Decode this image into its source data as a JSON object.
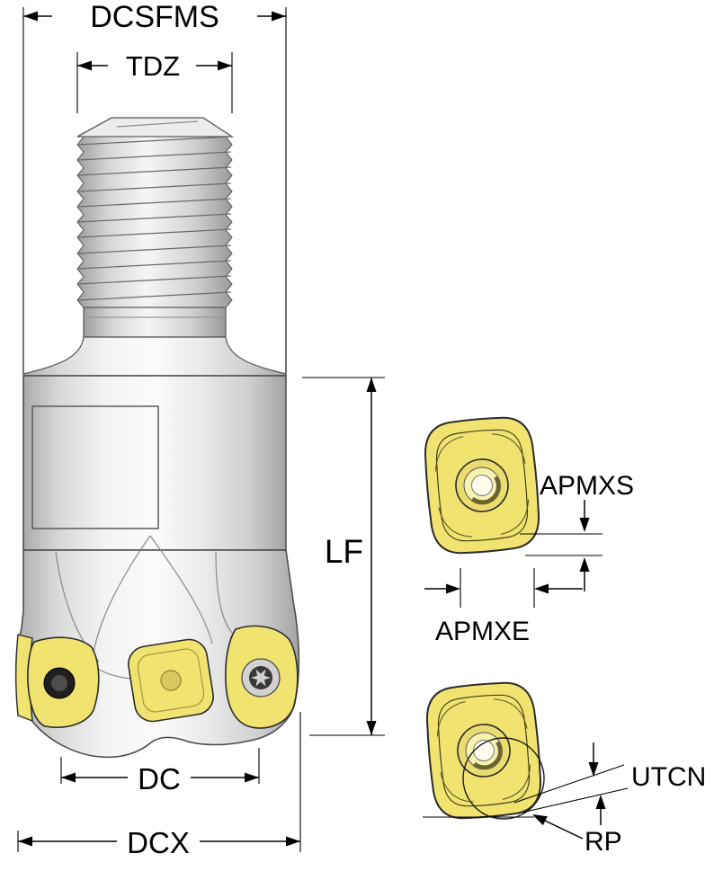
{
  "labels": {
    "dcsfms": "DCSFMS",
    "tdz": "TDZ",
    "lf": "LF",
    "dc": "DC",
    "dcx": "DCX",
    "apmxs": "APMXS",
    "apmxe": "APMXE",
    "utcn": "UTCN",
    "rp": "RP"
  },
  "colors": {
    "insert_yellow": "#F1E370",
    "insert_yellow_light": "#F8F2B0",
    "outline": "#3C3C3C",
    "dimension_line": "#000000"
  }
}
